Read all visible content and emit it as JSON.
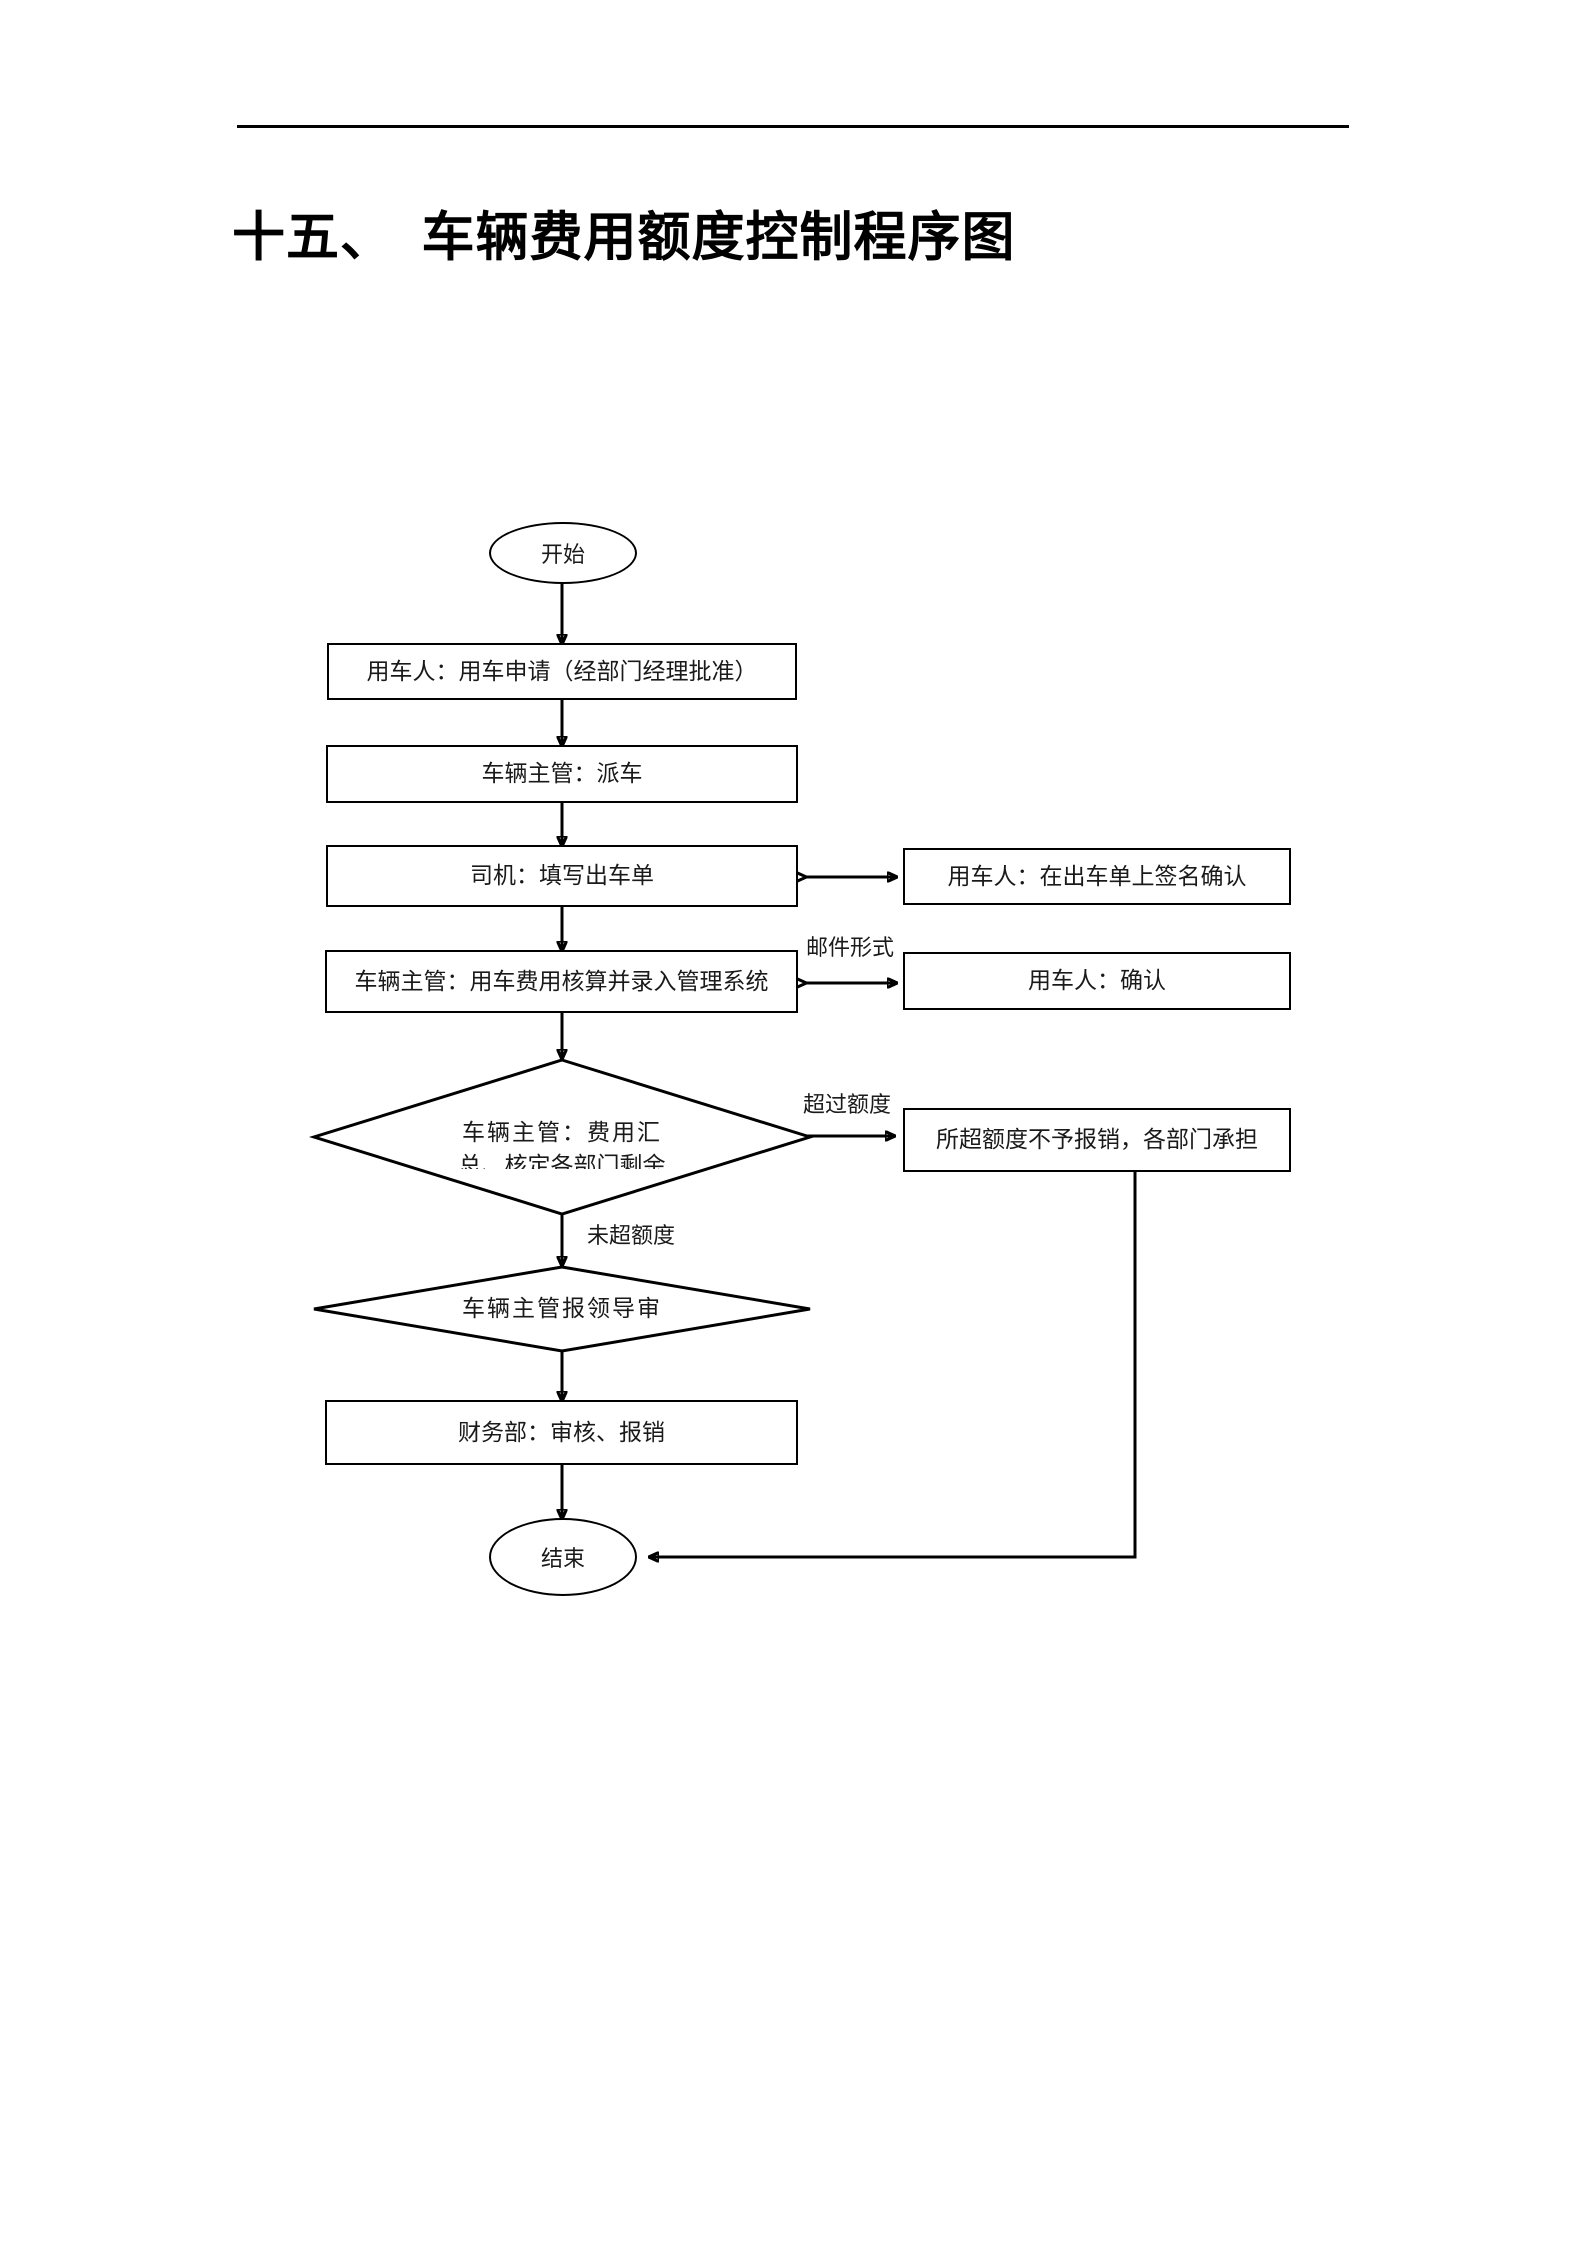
{
  "document": {
    "title": "十五、　车辆费用额度控制程序图"
  },
  "flowchart": {
    "nodes": {
      "start": {
        "label": "开始",
        "shape": "ellipse"
      },
      "apply": {
        "label": "用车人：用车申请（经部门经理批准）",
        "shape": "process"
      },
      "dispatch": {
        "label": "车辆主管：派车",
        "shape": "process"
      },
      "driver_form": {
        "label": "司机：填写出车单",
        "shape": "process"
      },
      "user_sign": {
        "label": "用车人：在出车单上签名确认",
        "shape": "process"
      },
      "cost_entry": {
        "label": "车辆主管：用车费用核算并录入管理系统",
        "shape": "process"
      },
      "user_confirm": {
        "label": "用车人：确认",
        "shape": "process"
      },
      "summary_decision": {
        "label_line1": "车辆主管：费用汇",
        "label_line2": "总、核定各部门剩余",
        "shape": "diamond"
      },
      "over_quota_box": {
        "label": "所超额度不予报销，各部门承担",
        "shape": "process"
      },
      "leader_review": {
        "label": "车辆主管报领导审",
        "shape": "diamond"
      },
      "finance": {
        "label": "财务部：审核、报销",
        "shape": "process"
      },
      "end": {
        "label": "结束",
        "shape": "ellipse"
      }
    },
    "edge_labels": {
      "mail_form": "邮件形式",
      "over_quota": "超过额度",
      "under_quota": "未超额度"
    }
  },
  "colors": {
    "stroke": "#000000",
    "background": "#ffffff",
    "text": "#1a1a1a"
  }
}
